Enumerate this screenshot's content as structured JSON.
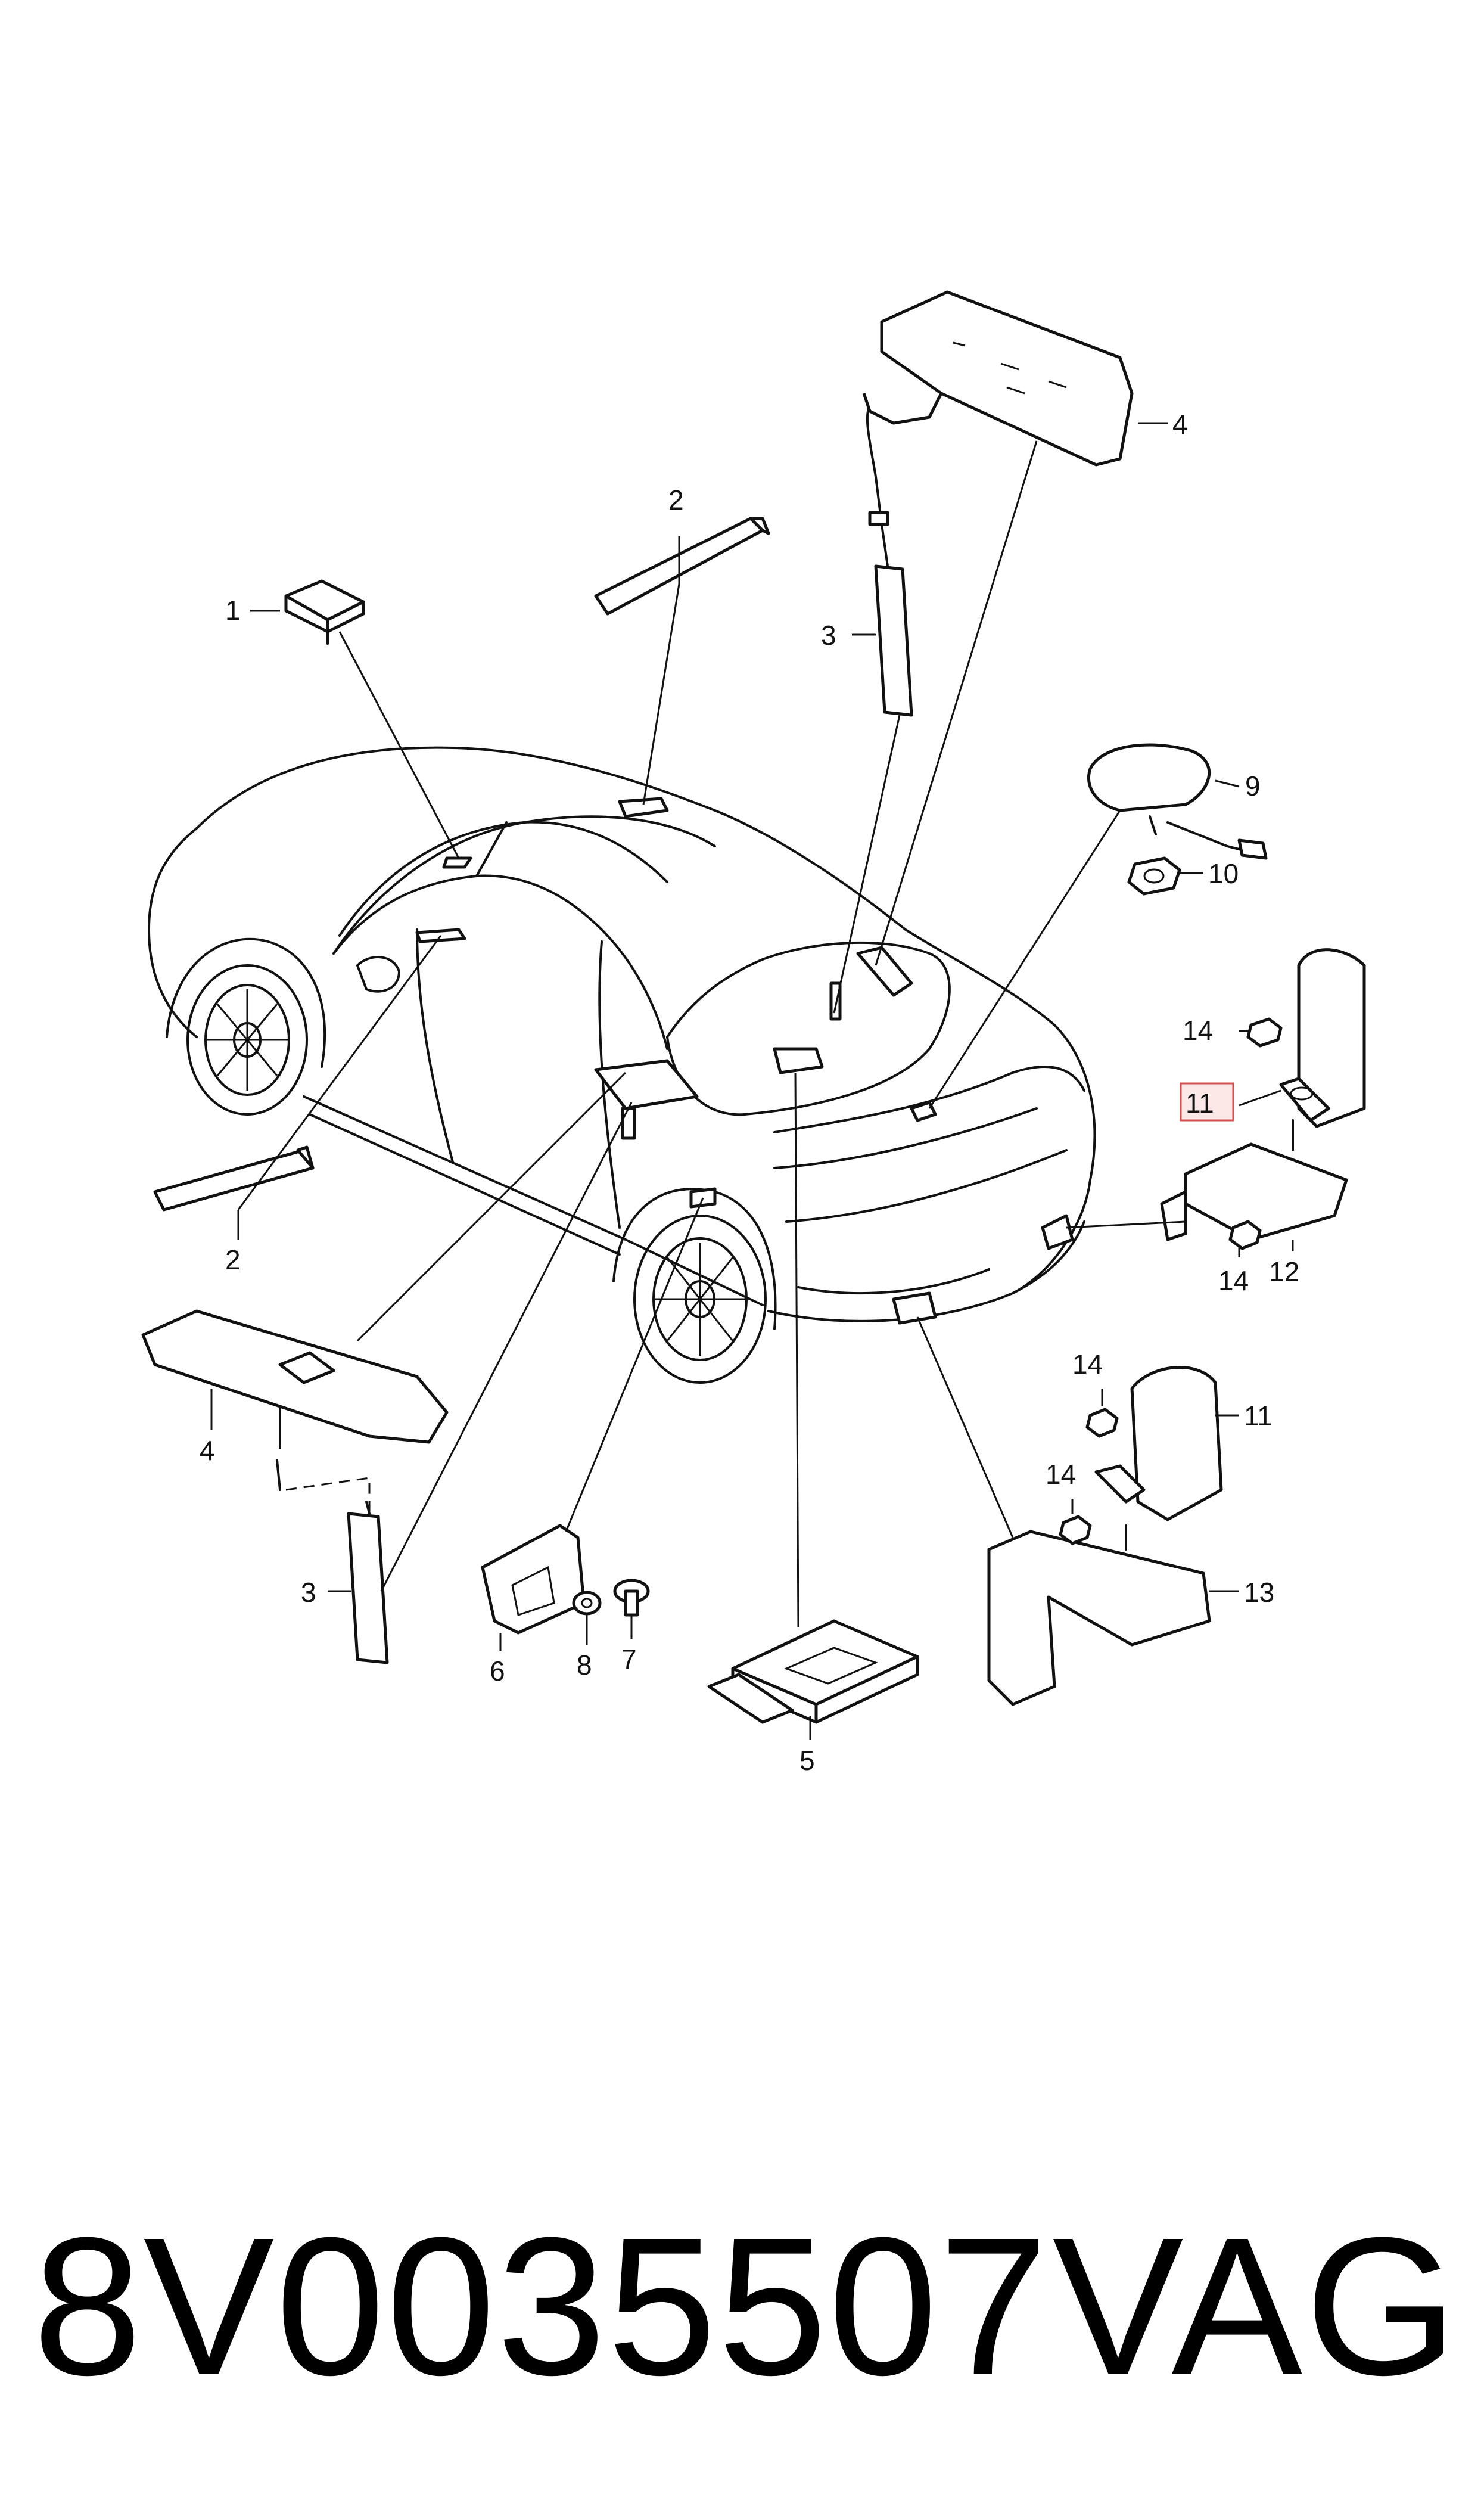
{
  "callouts": {
    "c1": "1",
    "c2a": "2",
    "c2b": "2",
    "c3a": "3",
    "c3b": "3",
    "c4a": "4",
    "c4b": "4",
    "c5": "5",
    "c6": "6",
    "c7": "7",
    "c8": "8",
    "c9": "9",
    "c10": "10",
    "c11a": "11",
    "c11b": "11",
    "c12": "12",
    "c13": "13",
    "c14a": "14",
    "c14b": "14",
    "c14c": "14",
    "c14d": "14"
  },
  "highlighted_callout": "11",
  "highlight_color": "#d05050",
  "footer": {
    "part_number": "8V0035507",
    "brand": "VAG"
  }
}
